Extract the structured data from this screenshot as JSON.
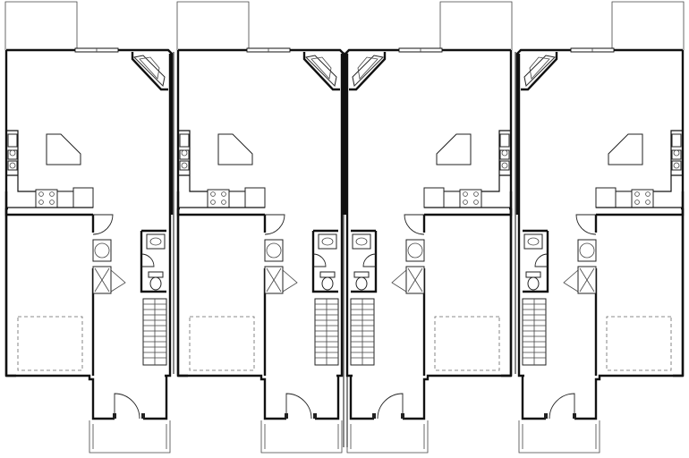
{
  "plan": {
    "type": "fourplex floor plan",
    "unit_count": 4,
    "units": [
      {
        "id": "unit-1",
        "mirrored": false
      },
      {
        "id": "unit-2",
        "mirrored": false
      },
      {
        "id": "unit-3",
        "mirrored": true
      },
      {
        "id": "unit-4",
        "mirrored": true
      }
    ],
    "rooms": [
      "patio",
      "living-room",
      "fireplace",
      "kitchen",
      "kitchen-island",
      "garage",
      "laundry",
      "powder-room",
      "stairs",
      "porch"
    ],
    "colors": {
      "line": "#111111",
      "background": "#ffffff"
    }
  }
}
